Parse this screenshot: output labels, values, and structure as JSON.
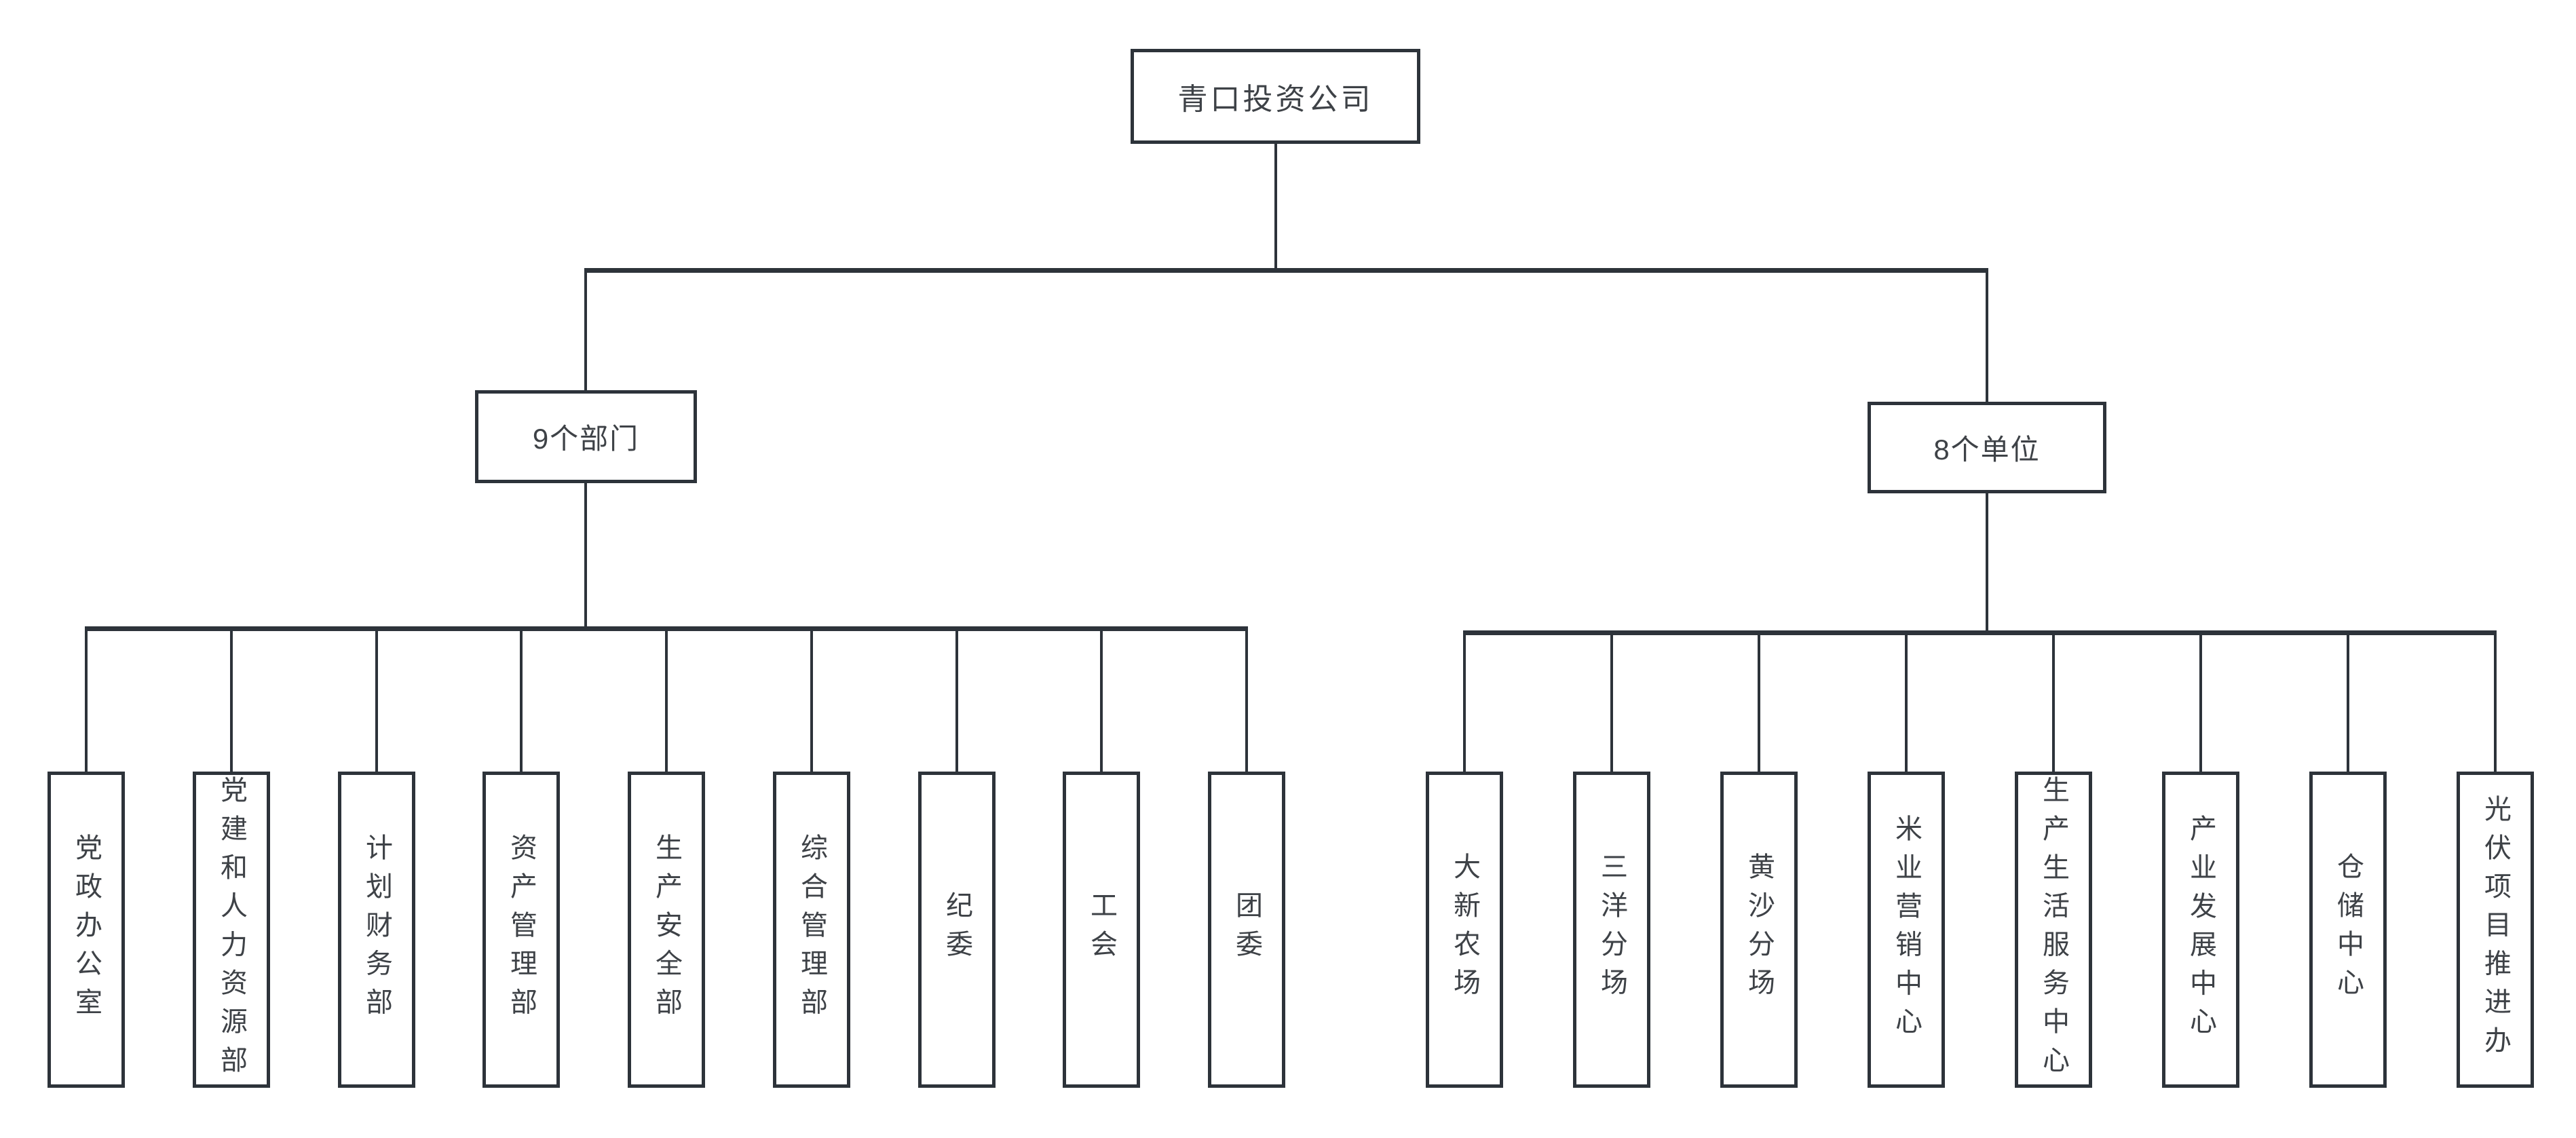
{
  "chart": {
    "type": "org-chart",
    "root_label": "青口投资公司",
    "groups": [
      {
        "label": "9个部门",
        "children": [
          "党政办公室",
          "党建和人力资源部",
          "计划财务部",
          "资产管理部",
          "生产安全部",
          "综合管理部",
          "纪委",
          "工会",
          "团委"
        ]
      },
      {
        "label": "8个单位",
        "children": [
          "大新农场",
          "三洋分场",
          "黄沙分场",
          "米业营销中心",
          "生产生活服务中心",
          "产业发展中心",
          "仓储中心",
          "光伏项目推进办"
        ]
      }
    ],
    "colors": {
      "line": "#2d333a",
      "text": "#3e4247",
      "background": "#ffffff"
    }
  }
}
